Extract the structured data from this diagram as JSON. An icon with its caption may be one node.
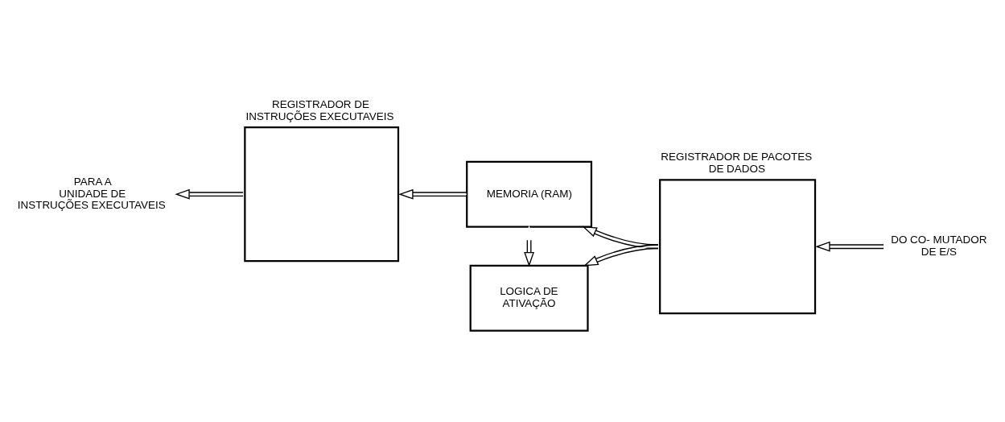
{
  "diagram": {
    "nodes": [
      {
        "text": [
          "PARA A UNIDADE DE INSTRUÇÕES EXECUTAVEIS"
        ]
      },
      {
        "text": [
          "REGISTRADOR DE INSTRUÇÕES EXECUTAVEIS"
        ]
      },
      {
        "text": [
          "MEMORIA (RAM)"
        ]
      },
      {
        "text": [
          "REGISTRADOR DE PACOTES DE DADOS"
        ]
      },
      {
        "text": [
          "DO CO- MUTADOR DE E/S"
        ]
      },
      {
        "text": [
          "LOGICA DE ATIVAÇÃO"
        ]
      }
    ],
    "edges": [
      {
        "from": 4,
        "to": 3,
        "arrow": "to"
      },
      {
        "from": 3,
        "to": 2,
        "arrow": "to"
      },
      {
        "from": 3,
        "to": 5,
        "arrow": "to"
      },
      {
        "from": 2,
        "to": 1,
        "arrow": "to"
      },
      {
        "from": 1,
        "to": 0,
        "arrow": "to"
      },
      {
        "from": 2,
        "to": 5,
        "arrow": "both"
      }
    ]
  }
}
